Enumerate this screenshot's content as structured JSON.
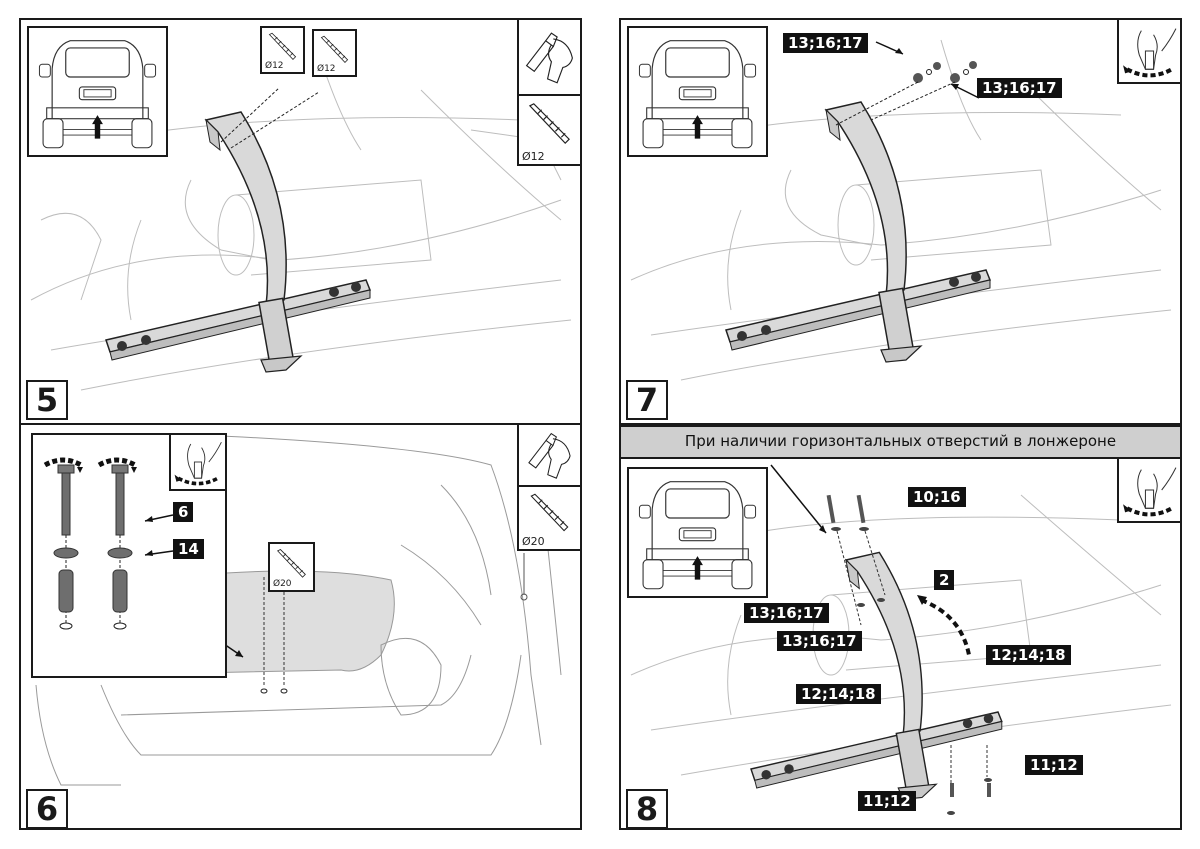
{
  "steps": [
    {
      "number": "5",
      "tools": {
        "drill_bit_diameter": "Ø12"
      },
      "bit_callouts": [
        "Ø12",
        "Ø12"
      ]
    },
    {
      "number": "6",
      "tools": {
        "drill_bit_diameter": "Ø20"
      },
      "bit_callouts": [
        "Ø20"
      ],
      "part_labels": [
        "6",
        "14"
      ]
    },
    {
      "number": "7",
      "part_labels": [
        "13;16;17",
        "13;16;17"
      ]
    },
    {
      "number": "8",
      "banner": "При наличии горизонтальных отверстий в лонжероне",
      "part_labels": [
        "10;16",
        "2",
        "13;16;17",
        "13;16;17",
        "12;14;18",
        "12;14;18",
        "11;12",
        "11;12"
      ]
    }
  ],
  "icons": {
    "vehicle_rear_view": "car-rear-view-icon",
    "drill": "drill-icon",
    "drill_bit": "drill-bit-icon",
    "wrench_tighten": "wrench-tighten-icon"
  },
  "colors": {
    "frame": "#1a1a1a",
    "part_fill": "#d9d9d9",
    "label_bg": "#111111",
    "banner_bg": "#cfcfcf",
    "sketch_line": "#b5b5b5"
  }
}
